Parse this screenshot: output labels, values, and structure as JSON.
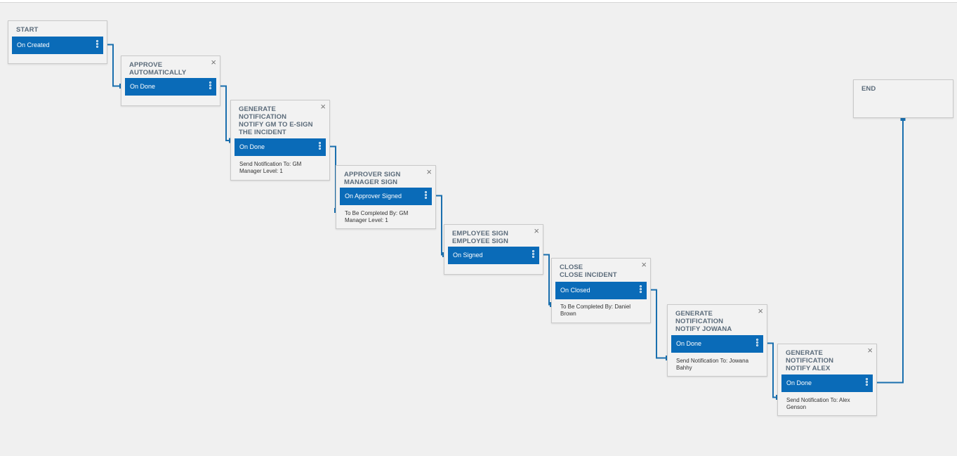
{
  "nodes": [
    {
      "id": "start",
      "title": [
        "START"
      ],
      "closable": false,
      "event": "On Created",
      "detail": []
    },
    {
      "id": "approve-automatically",
      "title": [
        "APPROVE",
        "AUTOMATICALLY"
      ],
      "closable": true,
      "event": "On Done",
      "detail": []
    },
    {
      "id": "notify-gm",
      "title": [
        "GENERATE",
        "NOTIFICATION",
        "NOTIFY GM TO E-SIGN",
        "THE INCIDENT"
      ],
      "closable": true,
      "event": "On Done",
      "detail": [
        "Send Notification To: GM",
        "Manager Level: 1"
      ]
    },
    {
      "id": "approver-sign",
      "title": [
        "APPROVER SIGN",
        "MANAGER SIGN"
      ],
      "closable": true,
      "event": "On Approver Signed",
      "detail": [
        "To Be Completed By: GM",
        "Manager Level: 1"
      ]
    },
    {
      "id": "employee-sign",
      "title": [
        "EMPLOYEE SIGN",
        "EMPLOYEE SIGN"
      ],
      "closable": true,
      "event": "On Signed",
      "detail": []
    },
    {
      "id": "close-incident",
      "title": [
        "CLOSE",
        "CLOSE INCIDENT"
      ],
      "closable": true,
      "event": "On Closed",
      "detail": [
        "To Be Completed By: Daniel",
        "Brown"
      ]
    },
    {
      "id": "notify-jowana",
      "title": [
        "GENERATE",
        "NOTIFICATION",
        "NOTIFY JOWANA"
      ],
      "closable": true,
      "event": "On Done",
      "detail": [
        "Send Notification To: Jowana",
        "Bahhy"
      ]
    },
    {
      "id": "notify-alex",
      "title": [
        "GENERATE",
        "NOTIFICATION",
        "NOTIFY ALEX"
      ],
      "closable": true,
      "event": "On Done",
      "detail": [
        "Send Notification To: Alex",
        "Genson"
      ]
    },
    {
      "id": "end",
      "title": [
        "END"
      ],
      "closable": false,
      "event": null,
      "detail": []
    }
  ],
  "close_glyph": "×",
  "colors": {
    "accent": "#0a6bb8",
    "connector": "#1a6fae",
    "title": "#5b6b7a"
  }
}
